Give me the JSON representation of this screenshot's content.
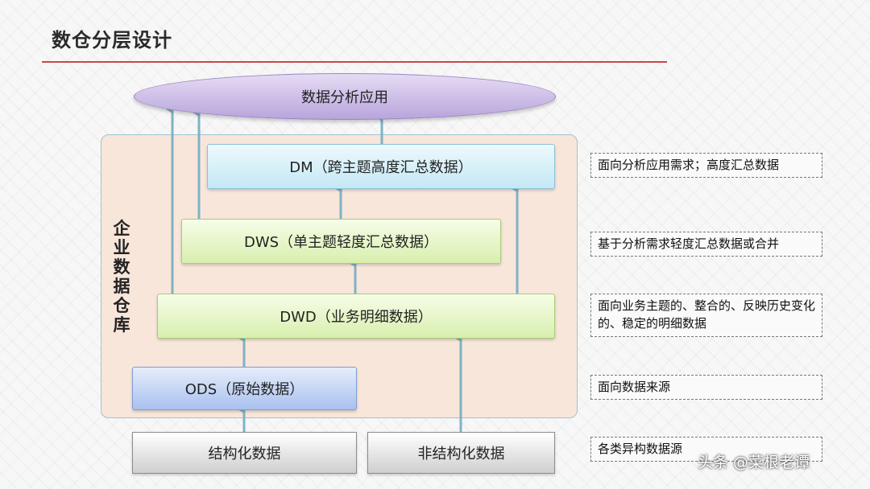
{
  "header": {
    "title": "数仓分层设计"
  },
  "diagram": {
    "application": "数据分析应用",
    "warehouse_label": "企业数据仓库",
    "layers": {
      "dm": "DM（跨主题高度汇总数据）",
      "dws": "DWS（单主题轻度汇总数据）",
      "dwd": "DWD（业务明细数据）",
      "ods": "ODS（原始数据）"
    },
    "sources": {
      "structured": "结构化数据",
      "unstructured": "非结构化数据"
    },
    "notes": {
      "dm": "面向分析应用需求；高度汇总数据",
      "dws": "基于分析需求轻度汇总数据或合并",
      "dwd": "面向业务主题的、整合的、反映历史变化的、稳定的明细数据",
      "ods": "面向数据来源",
      "sources": "各类异构数据源"
    },
    "colors": {
      "accent_rule": "#c9464b",
      "arrow": "#7fb3c4",
      "ellipse": "#c9b8e8",
      "dm": "#c3e8f5",
      "dws_dwd": "#d8efae",
      "ods": "#a9c1ef",
      "warehouse": "#f8e6da"
    }
  },
  "watermark": "头条 @菜根老谭"
}
